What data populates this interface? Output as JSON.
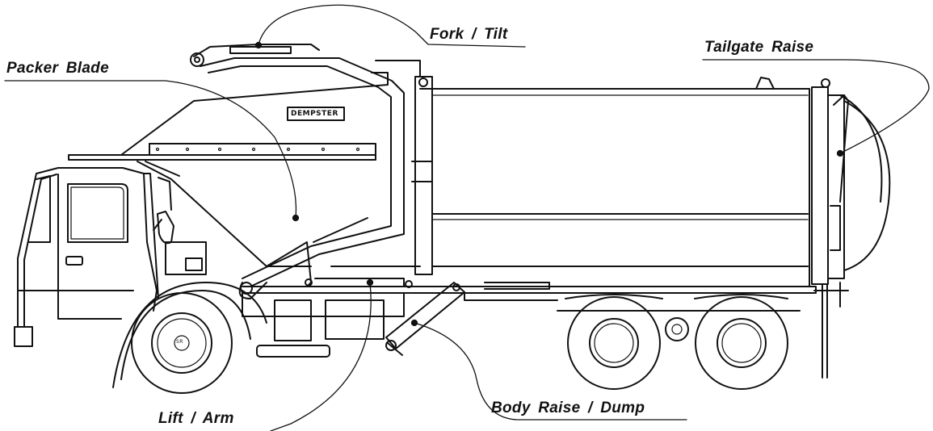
{
  "labels": {
    "fork_tilt": "Fork / Tilt",
    "packer_blade": "Packer Blade",
    "tailgate_raise": "Tailgate Raise",
    "lift_arm": "Lift / Arm",
    "body_raise_dump": "Body Raise / Dump"
  },
  "brand": "DEMPSTER",
  "hub_text": "SR",
  "colors": {
    "line": "#111111",
    "background": "#ffffff"
  }
}
